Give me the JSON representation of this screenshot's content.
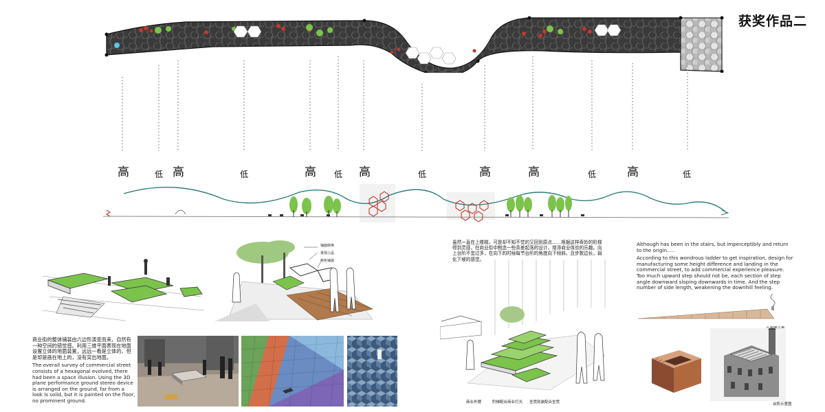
{
  "page": {
    "title": "获奖作品二"
  },
  "plan": {
    "description": "hexagon-paved commercial street plan strip"
  },
  "height_markers": {
    "high_label": "高",
    "low_label": "低",
    "markers": [
      {
        "label": "高"
      },
      {
        "label": "低"
      },
      {
        "label": "高"
      },
      {
        "label": "低"
      },
      {
        "label": "高"
      },
      {
        "label": "低"
      },
      {
        "label": "高"
      },
      {
        "label": "低"
      },
      {
        "label": "高"
      },
      {
        "label": "高"
      },
      {
        "label": "低"
      },
      {
        "label": "高"
      },
      {
        "label": "低"
      }
    ]
  },
  "sketch_callouts": [
    "铺面转换",
    "景观小品",
    "特色铺装"
  ],
  "left_text": {
    "zh": "商业街的整体铺装由六边形演变而来，自然有一种空间的错觉感。利用三维平面表现在地面设置立体的地面装置，远远一看是立体的，但是却是画在地上的，没有突出地面。",
    "en": "The overall survey of commercial street consists of a hexagonal evolved, there had been a space illusion. Using the 3D plane performance ground stereo device is arranged on the ground, far from a look is solid, but it is painted on the floor, no prominent ground."
  },
  "middle_text": {
    "zh": "虽然一直在上楼梯，可是却不知不觉的又回到原点……根据这样奇妙的阶梯得到灵感，在商业街中制造一些高差起落的设计，增添商业体验的乐趣。向上台阶不宜过多，在向下的时候每节台阶的角度向下倾斜。且步数边长，弱化下坡的感觉。"
  },
  "right_text": {
    "en1": "Although has been in the stairs, but imperceptibly and return to the origin.....",
    "en2": "According to this wondrous ladder to get inspiration, design for manufacturing some height difference and landing in the commercial street, to add commercial experience pleasure. Too much upward step should not be, each section of step angle downward sloping downwards in time. And the step number of side length, weakening the downhill feeling."
  },
  "stair_captions": [
    "商业外摆",
    "阶梯配合商业灯光",
    "坐凳软装配合坐凳"
  ],
  "right_captions": {
    "elevation": "立面图示意",
    "stair": "台阶示意图"
  },
  "colors": {
    "green": "#7cc34c",
    "red": "#c0392b",
    "dark": "#2b2b2b",
    "teal": "#2e7d7d"
  }
}
